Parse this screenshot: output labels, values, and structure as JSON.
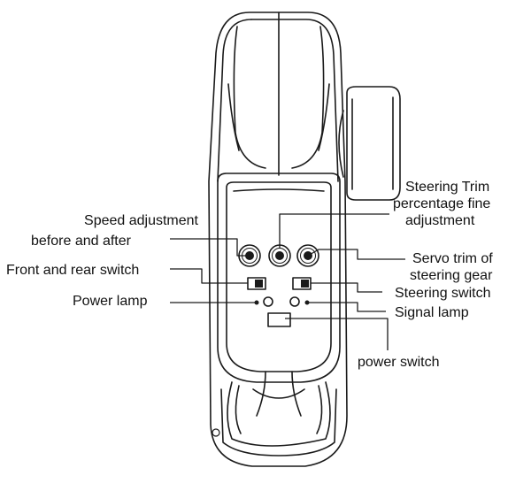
{
  "labels": {
    "speed_adjustment": "Speed adjustment",
    "before_and_after": "before and after",
    "front_rear_switch": "Front and rear switch",
    "power_lamp": "Power lamp",
    "steering_trim_1": "Steering Trim",
    "steering_trim_2": "percentage fine",
    "steering_trim_3": "adjustment",
    "servo_trim_1": "Servo trim of",
    "servo_trim_2": "steering gear",
    "steering_switch": "Steering switch",
    "signal_lamp": "Signal lamp",
    "power_switch": "power switch"
  },
  "colors": {
    "line": "#1a1a1a",
    "text": "#111111",
    "background": "#ffffff"
  }
}
